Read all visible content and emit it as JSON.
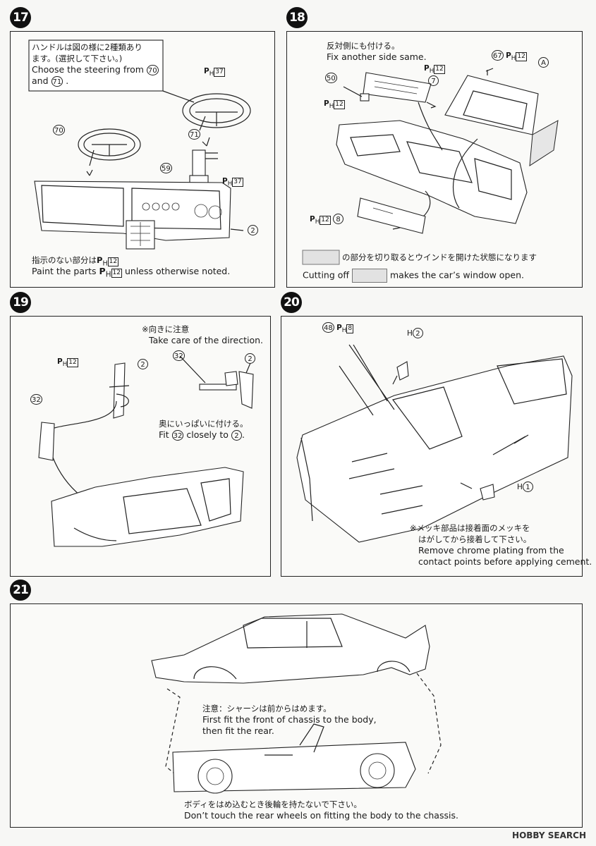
{
  "steps": {
    "s17": {
      "number": "17",
      "callout_jp": "ハンドルは図の様に2種類あります。(選択して下さい。)",
      "callout_jp_line1": "ハンドルは図の様に2種類あり",
      "callout_jp_line2": "ます。(選択して下さい。)",
      "callout_en_line1": "Choose the steering from",
      "part_70": "70",
      "callout_en_and": "and",
      "part_71": "71",
      "callout_en_end": ".",
      "label_70": "70",
      "label_71": "71",
      "label_59": "59",
      "label_2": "2",
      "paint_top_p": "P",
      "paint_top_h": "H",
      "paint_top_num": "37",
      "paint_mid_p": "P",
      "paint_mid_h": "H",
      "paint_mid_num": "37",
      "note_jp": "指示のない部分は",
      "note_jp_p": "P",
      "note_jp_h": "H",
      "note_jp_num": "12",
      "note_en_pre": "Paint the parts",
      "note_en_p": "P",
      "note_en_h": "H",
      "note_en_num": "12",
      "note_en_post": "unless otherwise noted."
    },
    "s18": {
      "number": "18",
      "jp_line": "反対側にも付ける。",
      "en_line": "Fix another side same.",
      "label_50": "50",
      "label_7": "7",
      "label_67": "67",
      "label_A": "A",
      "label_8": "8",
      "paint_12_a": "12",
      "paint_12_b": "12",
      "paint_12_c": "12",
      "paint_12_d": "12",
      "p": "P",
      "h": "H",
      "window_jp": "の部分を切り取るとウインドを開けた状態になります",
      "window_en_pre": "Cutting off",
      "window_en_post": "makes the car’s window open."
    },
    "s19": {
      "number": "19",
      "dir_jp": "※向きに注意",
      "dir_en": "Take care of the direction.",
      "label_32a": "32",
      "label_32b": "32",
      "label_2a": "2",
      "label_2b": "2",
      "p": "P",
      "h": "H",
      "paint_num": "12",
      "fit_jp": "奥にいっぱいに付ける。",
      "fit_en_pre": "Fit",
      "fit_part_32": "32",
      "fit_en_mid": "closely to",
      "fit_part_2": "2",
      "fit_en_end": "."
    },
    "s20": {
      "number": "20",
      "label_48": "48",
      "p": "P",
      "h": "H",
      "paint_num": "8",
      "label_H2_letter": "H",
      "label_H2_num": "2",
      "label_H1_letter": "H",
      "label_H1_num": "1",
      "chrome_jp1": "※メッキ部品は接着面のメッキを",
      "chrome_jp2": "はがしてから接着して下さい。",
      "chrome_en1": "Remove chrome plating from the",
      "chrome_en2": "contact points before applying cement."
    },
    "s21": {
      "number": "21",
      "caution_jp": "注意：シャーシは前からはめます。",
      "caution_en1": "First fit the front of chassis to the body,",
      "caution_en2": "then fit the rear.",
      "bottom_jp": "ボディをはめ込むとき後輪を持たないで下さい。",
      "bottom_en": "Don’t touch the rear wheels on fitting the body to the chassis."
    }
  },
  "footer": {
    "brand": "HOBBY SEARCH"
  },
  "colors": {
    "ink": "#1a1a1a",
    "paper": "#f7f7f5",
    "swatch": "#e2e2e2",
    "badge": "#111111"
  }
}
